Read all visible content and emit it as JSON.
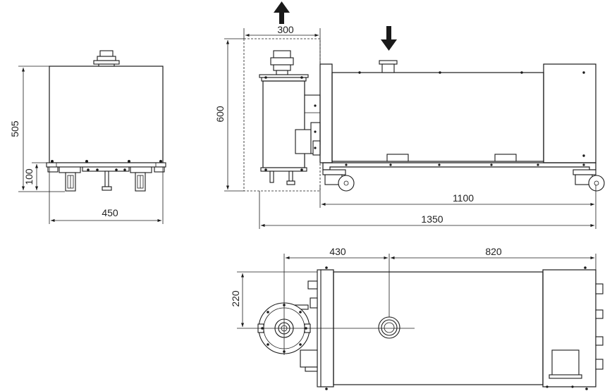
{
  "dimensions": {
    "side_height": "505",
    "side_base": "100",
    "side_width": "450",
    "front_width": "300",
    "front_height": "600",
    "length_inner": "1100",
    "length_total": "1350",
    "top_offset": "430",
    "top_length": "820",
    "top_side": "220"
  },
  "colors": {
    "line": "#1a1a1a",
    "background": "#ffffff"
  },
  "icons": {
    "outlet": "arrow-up-icon",
    "inlet": "arrow-down-icon"
  }
}
